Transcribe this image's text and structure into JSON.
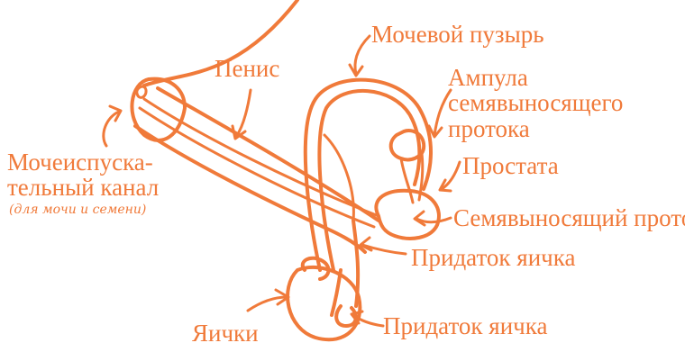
{
  "colors": {
    "accent": "#F07A3A",
    "background": "#FFFFFF"
  },
  "labels": {
    "bladder": "Мочевой пузырь",
    "penis": "Пенис",
    "ampulla_line1": "Ампула",
    "ampulla_line2": "семявыносящего",
    "ampulla_line3": "протока",
    "prostate": "Простата",
    "urethra_line1": "Мочеиспуска-",
    "urethra_line2": "тельный канал",
    "urethra_note": "(для мочи и семени)",
    "vas_deferens": "Семявыносящий проток",
    "epididymis_1": "Придаток яичка",
    "epididymis_2": "Придаток яичка",
    "testicles": "Яички"
  }
}
